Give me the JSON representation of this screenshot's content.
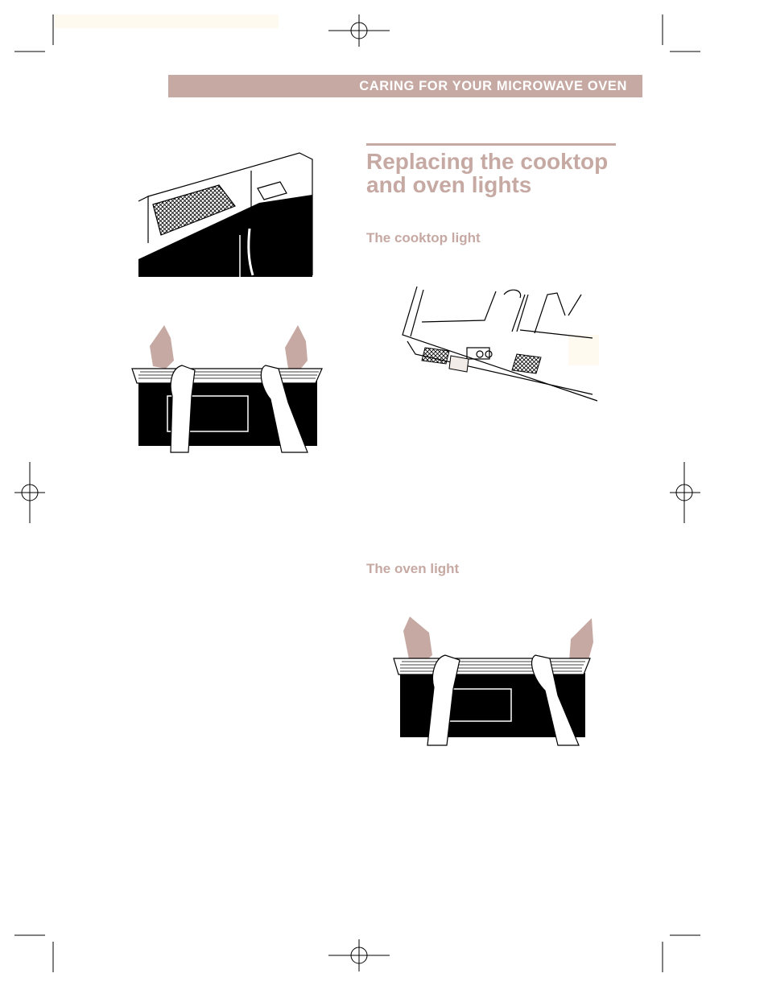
{
  "header": {
    "title": "CARING FOR YOUR MICROWAVE OVEN"
  },
  "section": {
    "title": "Replacing the cooktop and oven lights",
    "cooktop_subhead": "The cooktop light",
    "oven_subhead": "The oven light"
  },
  "colors": {
    "accent": "#c6a9a3",
    "ink": "#000000",
    "paper": "#ffffff"
  }
}
